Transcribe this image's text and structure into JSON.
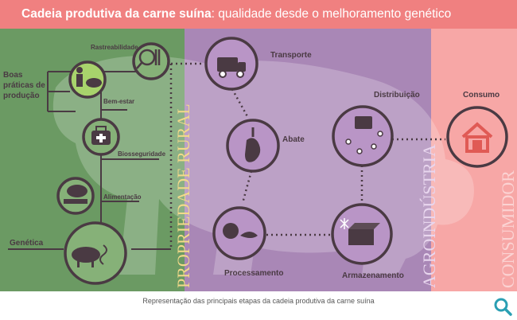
{
  "header": {
    "title_bold": "Cadeia produtiva da carne suína",
    "title_rest": ": qualidade desde o melhoramento genético"
  },
  "sections": {
    "rural": "PROPRIEDADE RURAL",
    "agro": "AGROINDÚSTRIA",
    "consumer": "CONSUMIDOR"
  },
  "nodes": {
    "boas_praticas": [
      "Boas",
      "práticas de",
      "produção"
    ],
    "rastreabilidade": "Rastreabilidade",
    "bem_estar": "Bem-estar",
    "biosseguridade": "Biosseguridade",
    "alimentacao": "Alimentação",
    "genetica": "Genética",
    "transporte": "Transporte",
    "abate": "Abate",
    "processamento": "Processamento",
    "distribuicao": "Distribuição",
    "armazenamento": "Armazenamento",
    "consumo": "Consumo"
  },
  "caption": "Representação das principais etapas da cadeia produtiva da carne suína",
  "colors": {
    "header": "#f08080",
    "rural": "#6b9a63",
    "agro": "#a987b6",
    "consumer": "#f7a7a6",
    "dark": "#4a3a43",
    "accent_red": "#e05a55"
  }
}
